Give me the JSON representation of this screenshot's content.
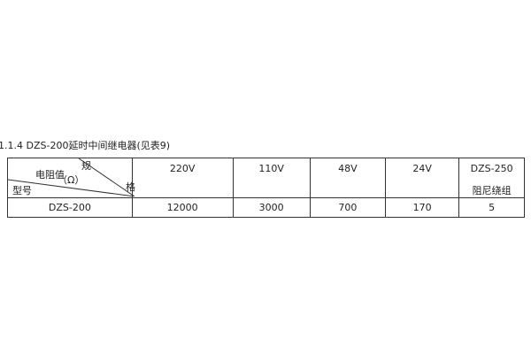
{
  "caption": "1.1.4 DZS-200延时中间继电器(见表9)",
  "table": {
    "corner": {
      "top_right": "规",
      "right": "格",
      "middle": "电阻值",
      "unit": "（Ω）",
      "bottom_left": "型号"
    },
    "headers": [
      {
        "line1": "220V",
        "line2": ""
      },
      {
        "line1": "110V",
        "line2": ""
      },
      {
        "line1": "48V",
        "line2": ""
      },
      {
        "line1": "24V",
        "line2": ""
      },
      {
        "line1": "DZS-250",
        "line2": "阻尼绕组"
      }
    ],
    "rows": [
      {
        "model": "DZS-200",
        "values": [
          "12000",
          "3000",
          "700",
          "170",
          "5"
        ]
      }
    ]
  }
}
